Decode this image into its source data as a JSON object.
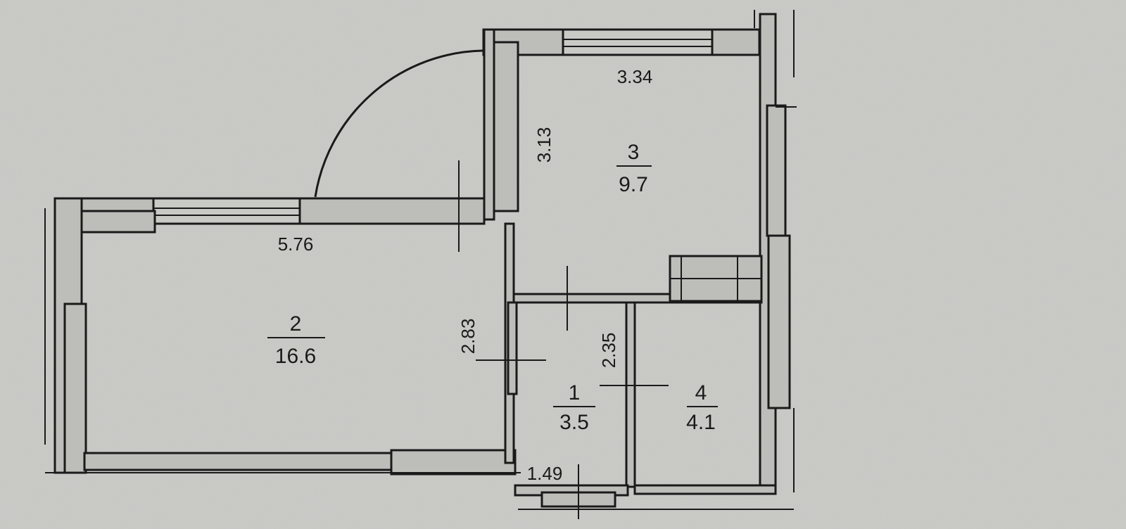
{
  "rooms": [
    {
      "number": "1",
      "area": "3.5"
    },
    {
      "number": "2",
      "area": "16.6"
    },
    {
      "number": "3",
      "area": "9.7"
    },
    {
      "number": "4",
      "area": "4.1"
    }
  ],
  "dimensions": {
    "room3_width": "3.34",
    "room3_depth": "3.13",
    "room2_width": "5.76",
    "room2_depth": "2.83",
    "room1_depth": "2.35",
    "room1_width": "1.49"
  },
  "colors": {
    "paper": "#c9c9c6",
    "ink": "#1a1a1a",
    "wall_fill": "#bdbdba"
  }
}
